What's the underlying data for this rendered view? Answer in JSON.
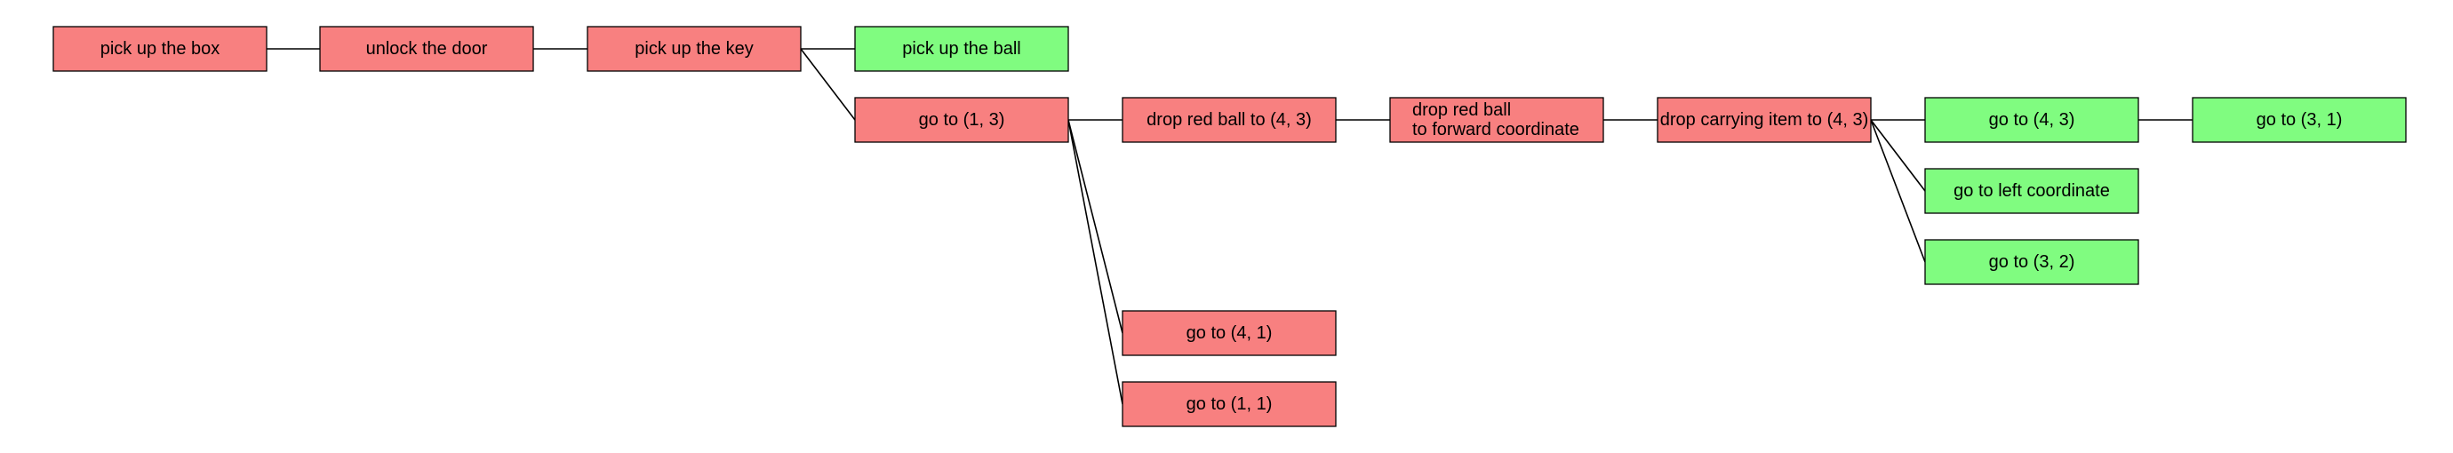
{
  "colors": {
    "failed": "#f88080",
    "success": "#80fc80",
    "border": "#000000"
  },
  "nodes": [
    {
      "id": "n1",
      "name": "pick-up-the-box-node",
      "status": "failed",
      "lines": [
        "pick up the box"
      ]
    },
    {
      "id": "n2",
      "name": "unlock-the-door-node",
      "status": "failed",
      "lines": [
        "unlock the door"
      ]
    },
    {
      "id": "n3",
      "name": "pick-up-the-key-node",
      "status": "failed",
      "lines": [
        "pick up the key"
      ]
    },
    {
      "id": "n4",
      "name": "pick-up-the-ball-node",
      "status": "success",
      "lines": [
        "pick up the ball"
      ]
    },
    {
      "id": "n5",
      "name": "go-to-1-3-node",
      "status": "failed",
      "lines": [
        "go to (1, 3)"
      ]
    },
    {
      "id": "n6",
      "name": "drop-red-ball-to-4-3-node",
      "status": "failed",
      "lines": [
        "drop red ball to (4, 3)"
      ]
    },
    {
      "id": "n7",
      "name": "drop-red-ball-forward-node",
      "status": "failed",
      "lines": [
        "drop red ball",
        "to forward coordinate"
      ]
    },
    {
      "id": "n8",
      "name": "drop-carrying-item-node",
      "status": "failed",
      "lines": [
        "drop carrying item to (4, 3)"
      ]
    },
    {
      "id": "n9",
      "name": "go-to-4-3-node",
      "status": "success",
      "lines": [
        "go to (4, 3)"
      ]
    },
    {
      "id": "n10",
      "name": "go-to-3-1-node",
      "status": "success",
      "lines": [
        "go to (3, 1)"
      ]
    },
    {
      "id": "n11",
      "name": "go-to-left-coordinate-node",
      "status": "success",
      "lines": [
        "go to left coordinate"
      ]
    },
    {
      "id": "n12",
      "name": "go-to-3-2-node",
      "status": "success",
      "lines": [
        "go to (3, 2)"
      ]
    },
    {
      "id": "n13",
      "name": "go-to-4-1-node",
      "status": "failed",
      "lines": [
        "go to (4, 1)"
      ]
    },
    {
      "id": "n14",
      "name": "go-to-1-1-node",
      "status": "failed",
      "lines": [
        "go to (1, 1)"
      ]
    }
  ],
  "edges": [
    [
      "n1",
      "n2"
    ],
    [
      "n2",
      "n3"
    ],
    [
      "n3",
      "n4"
    ],
    [
      "n3",
      "n5"
    ],
    [
      "n5",
      "n6"
    ],
    [
      "n5",
      "n13"
    ],
    [
      "n5",
      "n14"
    ],
    [
      "n6",
      "n7"
    ],
    [
      "n7",
      "n8"
    ],
    [
      "n8",
      "n9"
    ],
    [
      "n8",
      "n11"
    ],
    [
      "n8",
      "n12"
    ],
    [
      "n9",
      "n10"
    ]
  ]
}
